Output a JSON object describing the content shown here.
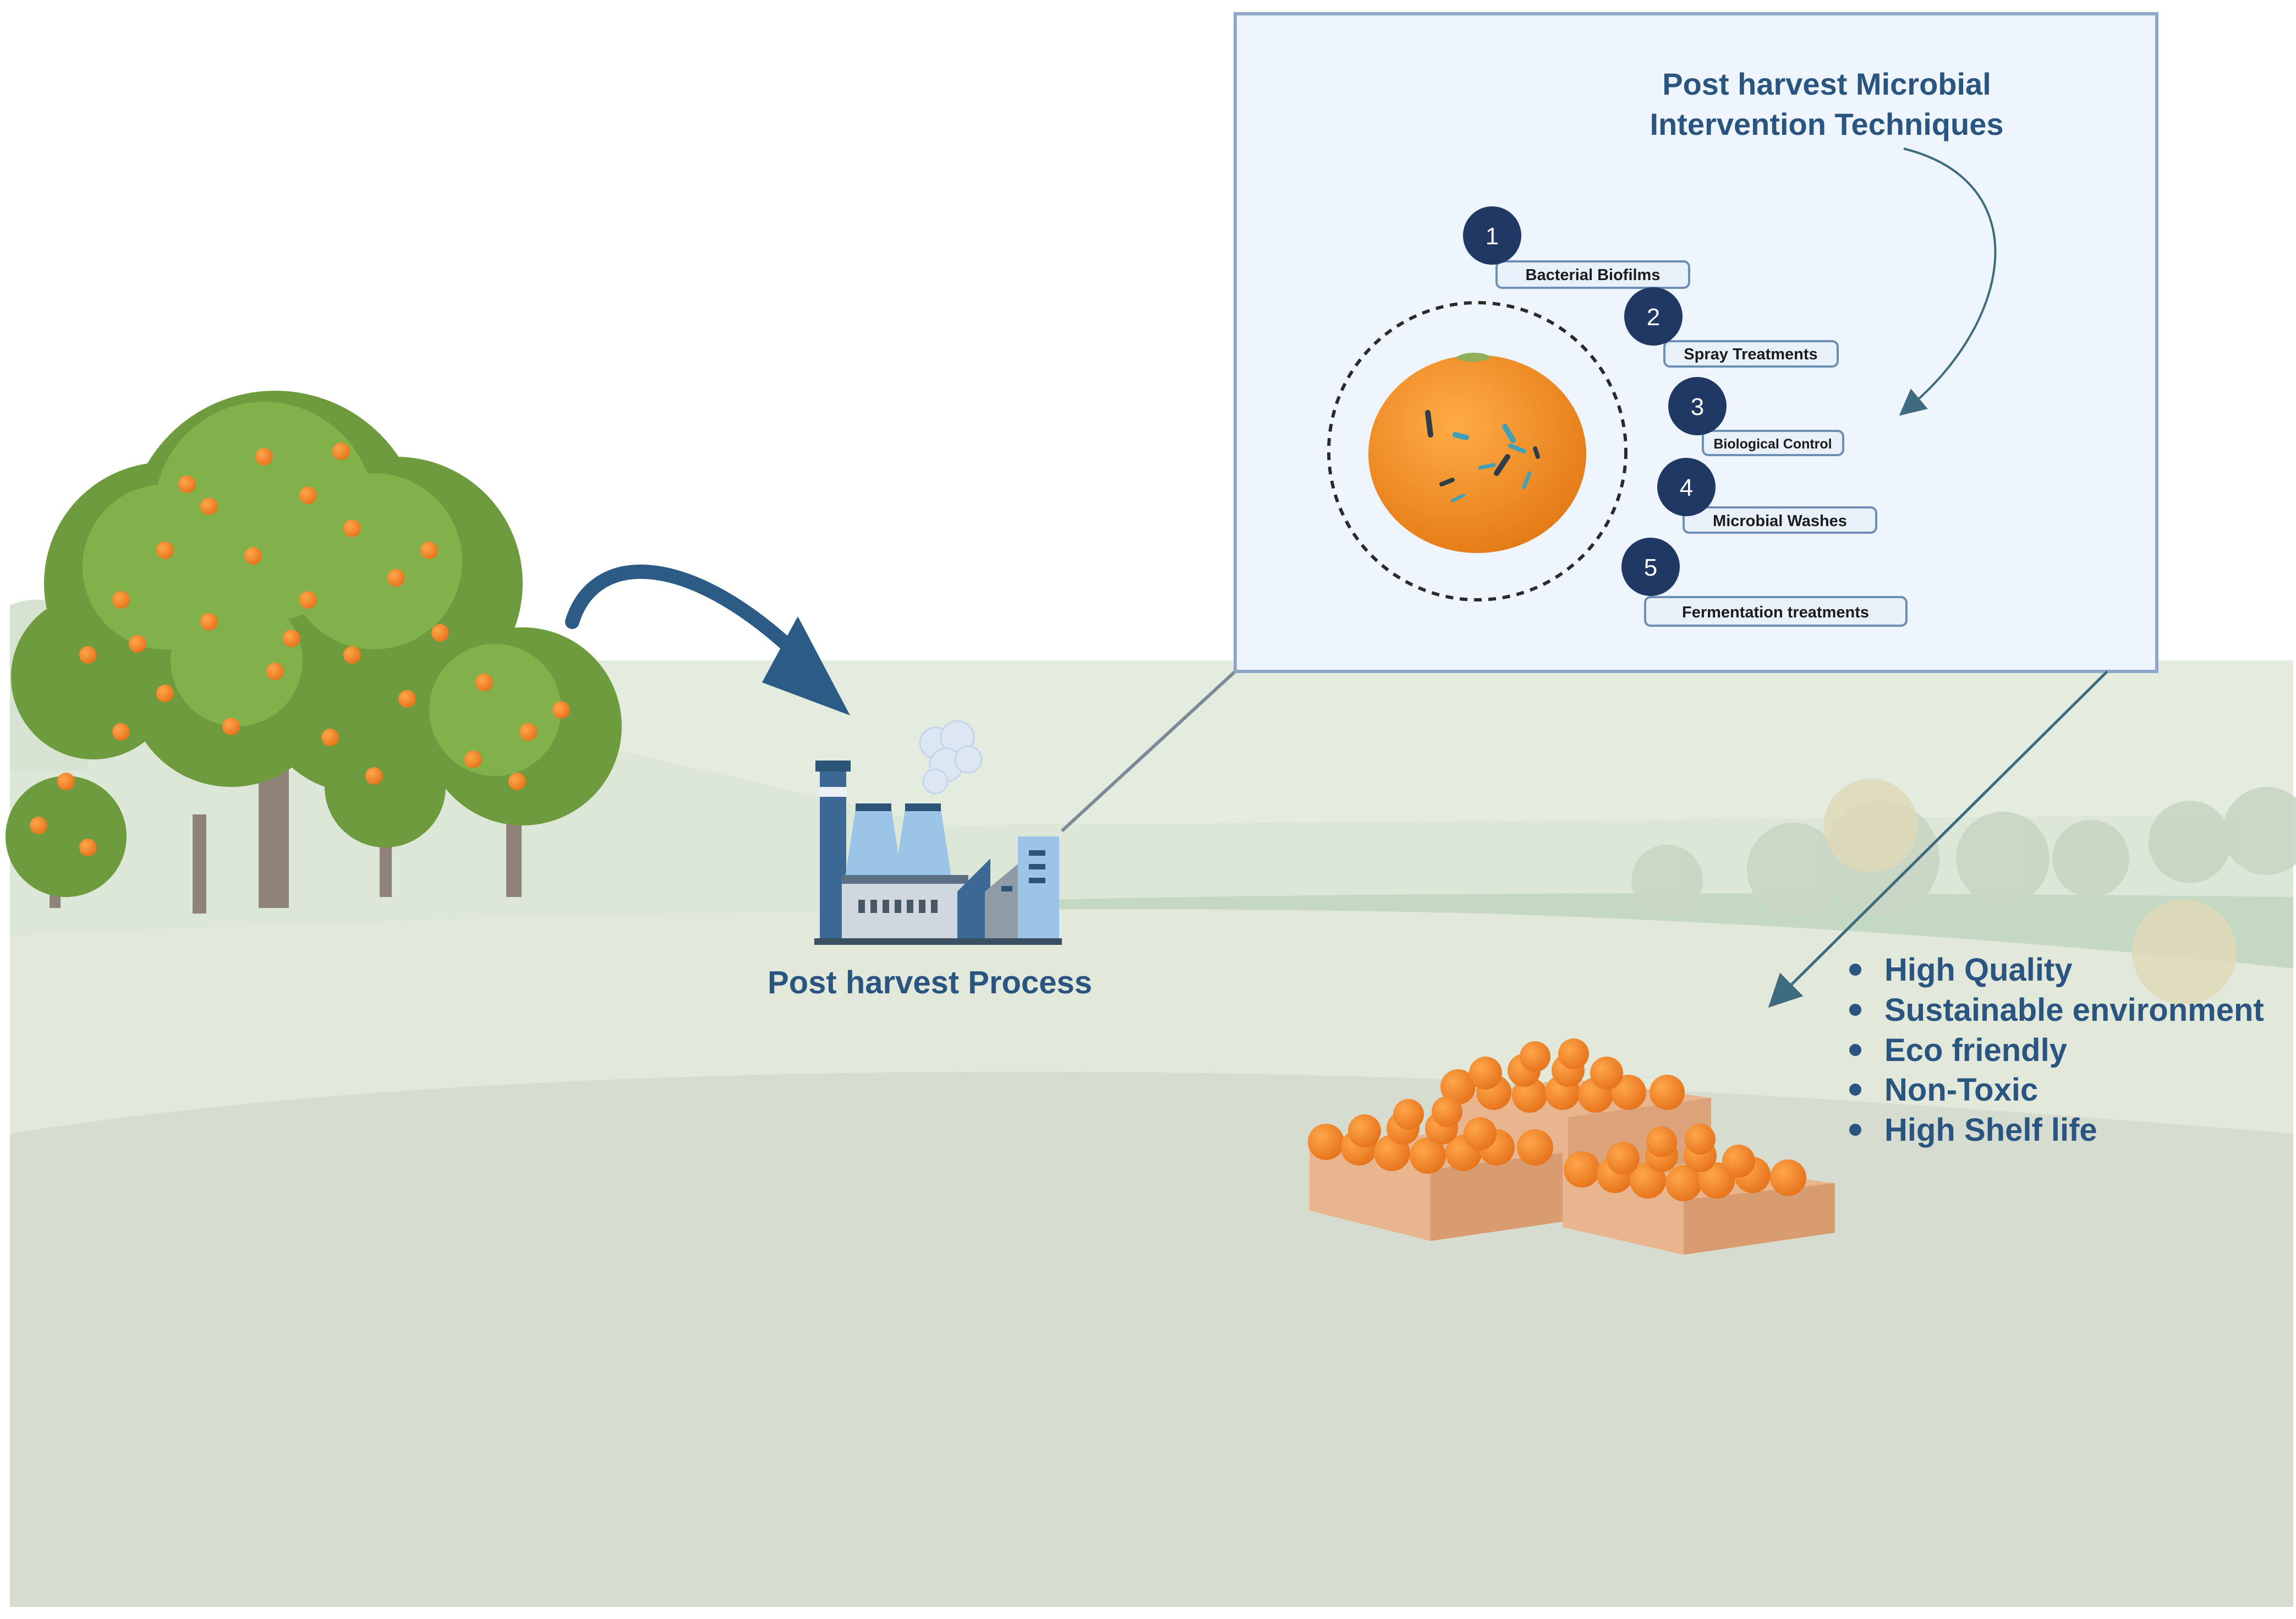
{
  "colors": {
    "title": "#2a5580",
    "badge": "#1f3864",
    "label_fill": "#e8f1fa",
    "label_stroke": "#6e8fb4",
    "panel_fill": "#eef5fd",
    "panel_stroke": "#8ea6c8",
    "orange": "#f3922d",
    "ground": "#d7dcd0",
    "meadow": "#e3ecdf"
  },
  "panel": {
    "title_line1": "Post harvest Microbial",
    "title_line2": "Intervention Techniques",
    "steps": [
      {
        "number": "1",
        "label": "Bacterial Biofilms"
      },
      {
        "number": "2",
        "label": "Spray Treatments"
      },
      {
        "number": "3",
        "label": "Biological Control"
      },
      {
        "number": "4",
        "label": "Microbial Washes"
      },
      {
        "number": "5",
        "label": "Fermentation treatments"
      }
    ]
  },
  "process": {
    "caption": "Post harvest Process"
  },
  "benefits": [
    "High Quality",
    "Sustainable environment",
    "Eco friendly",
    "Non-Toxic",
    "High Shelf life"
  ],
  "icons": [
    "orange-tree-icon",
    "factory-icon",
    "orange-fruit-icon",
    "microbe-icon",
    "orange-crate-icon",
    "curved-arrow-icon"
  ]
}
